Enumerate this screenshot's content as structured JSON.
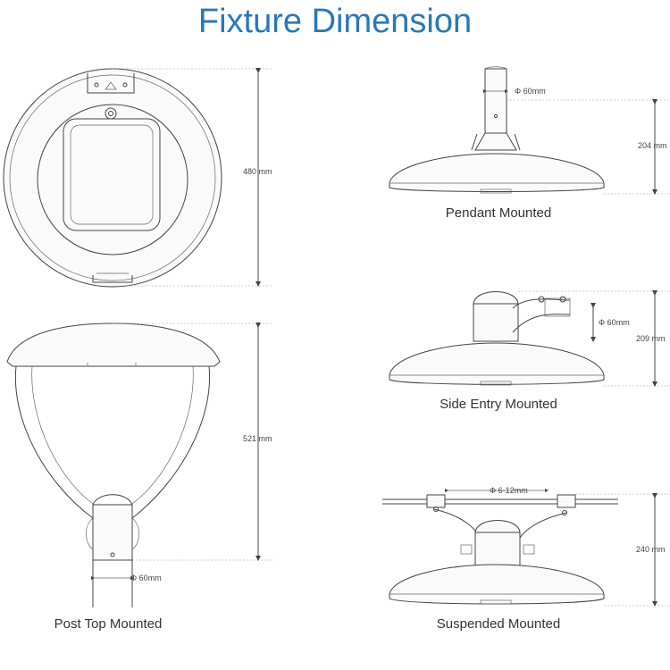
{
  "title": "Fixture Dimension",
  "views": {
    "top": {
      "dim_label": "480 mm"
    },
    "post_top": {
      "caption": "Post Top Mounted",
      "height_label": "521 mm",
      "diameter_label": "Φ 60mm"
    },
    "pendant": {
      "caption": "Pendant Mounted",
      "height_label": "204 mm",
      "diameter_label": "Φ 60mm"
    },
    "side_entry": {
      "caption": "Side Entry Mounted",
      "height_label": "209 mm",
      "diameter_label": "Φ 60mm"
    },
    "suspended": {
      "caption": "Suspended Mounted",
      "height_label": "240 mm",
      "diameter_label": "Φ 6-12mm"
    }
  },
  "colors": {
    "title": "#2a78b8",
    "line": "#444444"
  }
}
